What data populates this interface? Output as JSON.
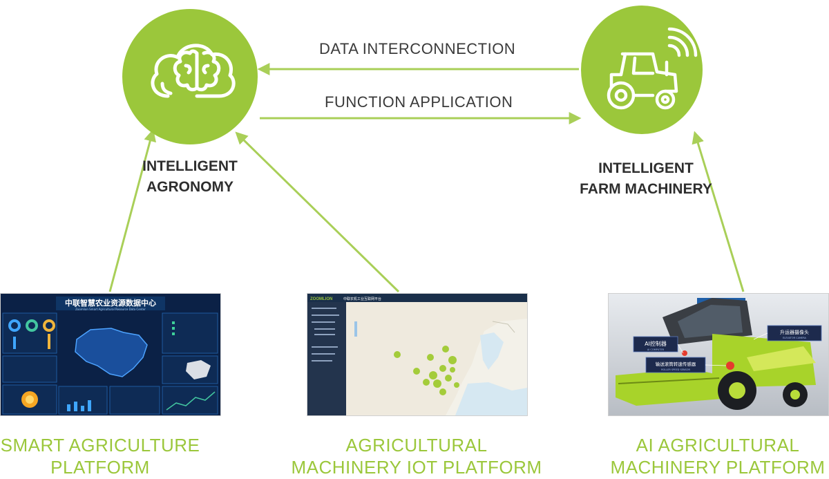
{
  "colors": {
    "accent": "#9bc73b",
    "arrow": "#a9cf58",
    "text": "#333333"
  },
  "nodes": {
    "agronomy": {
      "icon": "cloud-brain-icon",
      "line1": "INTELLIGENT",
      "line2": "AGRONOMY"
    },
    "machinery": {
      "icon": "tractor-signal-icon",
      "line1": "INTELLIGENT",
      "line2": "FARM MACHINERY"
    }
  },
  "flows": {
    "data": "DATA INTERCONNECTION",
    "function": "FUNCTION APPLICATION"
  },
  "platforms": [
    {
      "line1": "SMART AGRICULTURE",
      "line2": "PLATFORM",
      "screen_title": "中联智慧农业资源数据中心",
      "screen_subtitle": "Zoomlion Smart Agricultural Resource Data Center"
    },
    {
      "line1": "AGRICULTURAL",
      "line2": "MACHINERY IOT PLATFORM",
      "brand": "ZOOMLION",
      "screen_title": "中联农机工业互联网平台"
    },
    {
      "line1": "AI AGRICULTURAL",
      "line2": "MACHINERY PLATFORM",
      "callouts": [
        {
          "cn": "AI控制器",
          "en": "AI COMPUTER"
        },
        {
          "cn": "升运器摄像头",
          "en": "ELEVATOR CAMERA"
        },
        {
          "cn": "输送滚筒转速传感器",
          "en": "ROLLER SPEED SENSOR"
        }
      ]
    }
  ]
}
